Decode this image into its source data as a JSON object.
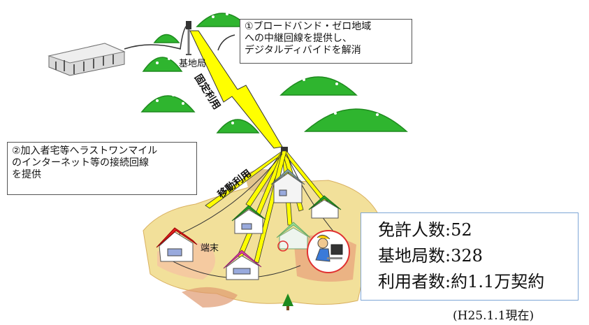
{
  "callout_relay": {
    "lines": [
      "①ブロードバンド・ゼロ地域",
      "への中継回線を提供し、",
      "デジタルディバイドを解消"
    ]
  },
  "callout_lastmile": {
    "lines": [
      "②加入者宅等へラストワンマイル",
      "のインターネット等の接続回線",
      "を提供"
    ]
  },
  "labels": {
    "base_station": "基地局",
    "fixed_use": "固定利用",
    "mobile_use": "移動利用",
    "terminal": "端末"
  },
  "stats": {
    "licensees": "免許人数:52",
    "base_stations": "基地局数:328",
    "users": "利用者数:約1.1万契約"
  },
  "note": "(H25.1.1現在)",
  "colors": {
    "mountain": "#2fb52f",
    "mountain_dark": "#1e8a1e",
    "lightning": "#ffff00",
    "lightning_edge": "#333333",
    "land": "#f2e09a",
    "field_red": "#e8a07a",
    "stats_border": "#7ea6d6"
  },
  "icons": {
    "building": "building-icon",
    "antenna": "antenna-icon",
    "house": "house-icon",
    "user_at_pc": "user-at-pc-icon",
    "tree": "tree-icon"
  }
}
